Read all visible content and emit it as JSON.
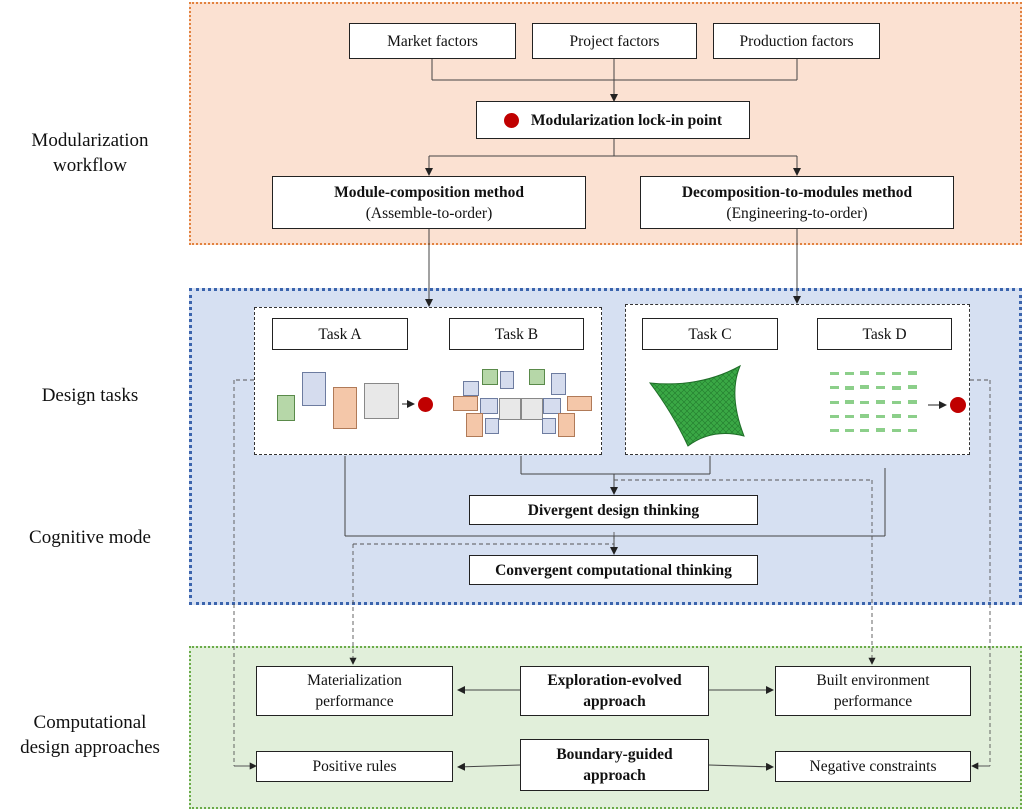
{
  "row_labels": {
    "workflow": [
      "Modularization",
      "workflow"
    ],
    "tasks": "Design tasks",
    "cognitive": "Cognitive mode",
    "approaches": [
      "Computational",
      "design approaches"
    ]
  },
  "workflow": {
    "factors": [
      "Market factors",
      "Project factors",
      "Production factors"
    ],
    "lock_in": "Modularization lock-in point",
    "module_composition": {
      "title": "Module-composition method",
      "subtitle": "(Assemble-to-order)"
    },
    "decomposition": {
      "title": "Decomposition-to-modules method",
      "subtitle": "(Engineering-to-order)"
    }
  },
  "tasks": {
    "labels": [
      "Task A",
      "Task B",
      "Task C",
      "Task D"
    ]
  },
  "cognitive": {
    "divergent": "Divergent design thinking",
    "convergent": "Convergent computational thinking"
  },
  "approaches": {
    "exploration": [
      "Exploration-evolved",
      "approach"
    ],
    "boundary": [
      "Boundary-guided",
      "approach"
    ],
    "materialization": [
      "Materialization",
      "performance"
    ],
    "built_env": [
      "Built environment",
      "performance"
    ],
    "positive": "Positive rules",
    "negative": "Negative constraints"
  },
  "colors": {
    "workflow_panel": "#fbe1d2",
    "tasks_panel": "#d6e0f2",
    "approaches_panel": "#e1efda",
    "lock_dot": "#c00000",
    "surface_green": "#2e9e3a"
  }
}
